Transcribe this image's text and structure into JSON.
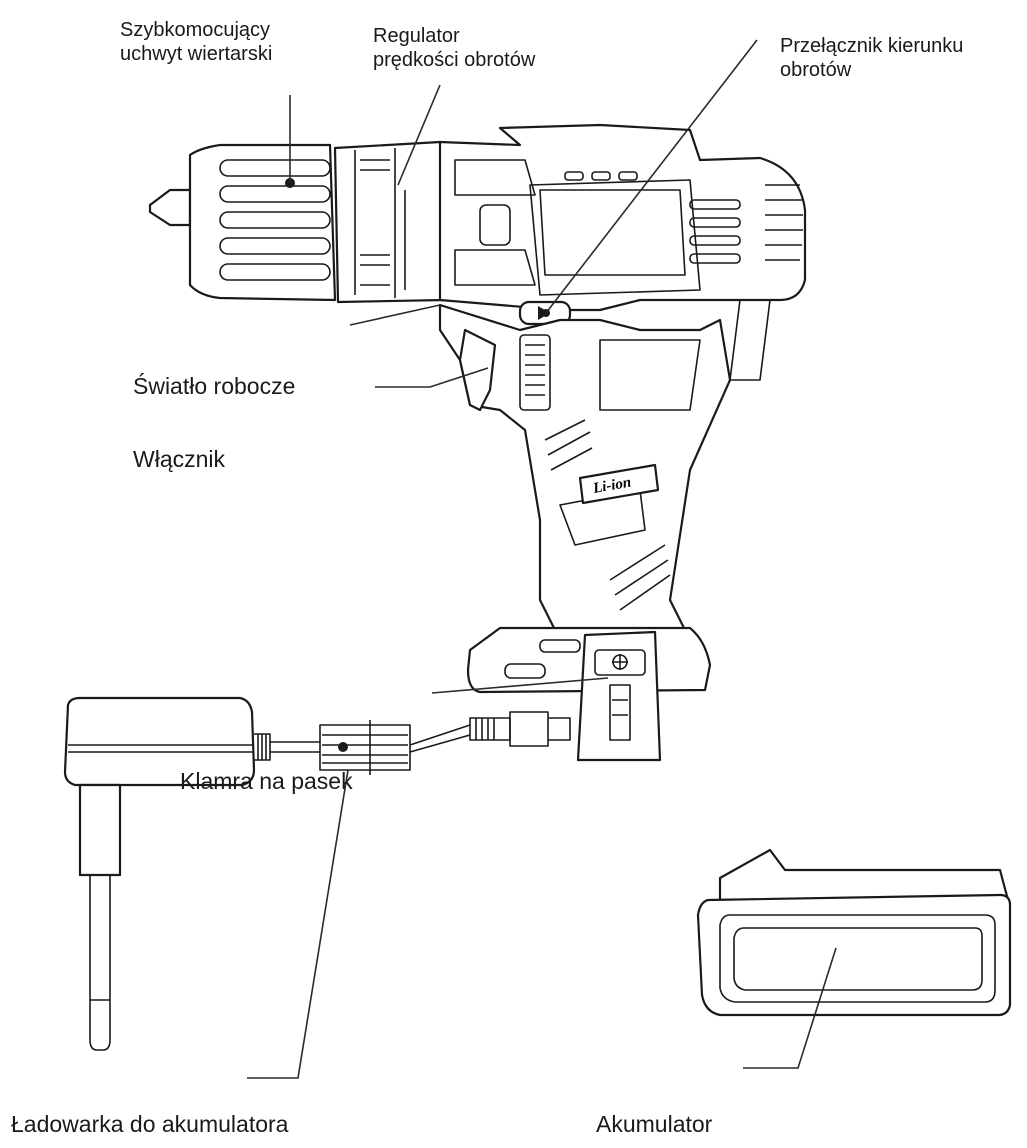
{
  "labels": {
    "chuck": [
      "Szybkomocujący",
      "uchwyt wiertarski"
    ],
    "speed_regulator": [
      "Regulator",
      "prędkości obrotów"
    ],
    "direction_switch": [
      "Przełącznik kierunku",
      "obrotów"
    ],
    "work_light": "Światło robocze",
    "trigger": "Włącznik",
    "belt_clip": "Klamra na pasek",
    "charger": "Ładowarka do akumulatora",
    "battery": "Akumulator"
  },
  "tool_badge": "Li-ion"
}
